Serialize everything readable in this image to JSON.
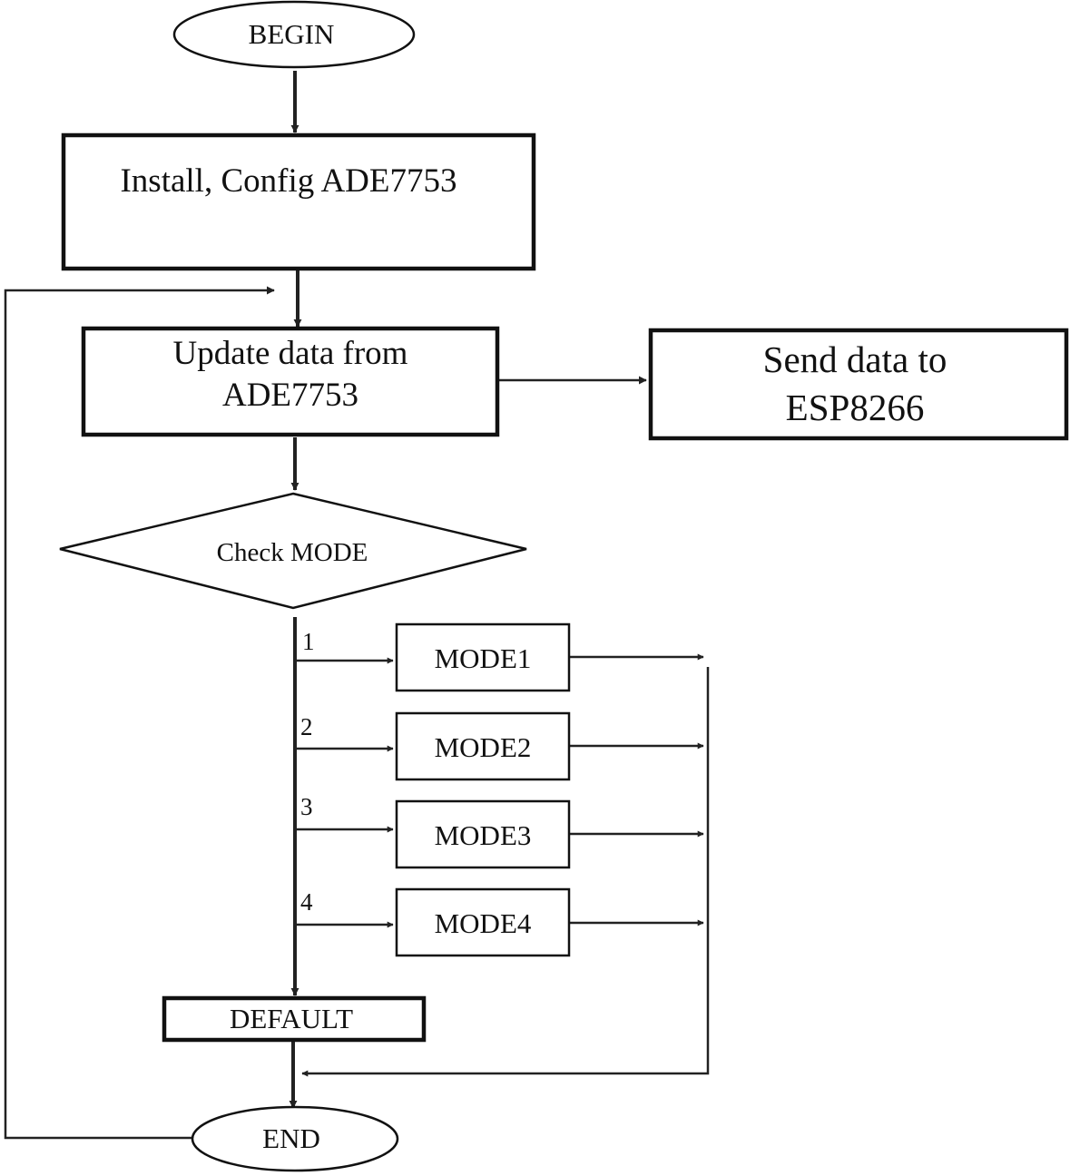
{
  "nodes": {
    "begin": "BEGIN",
    "install": "Install, Config ADE7753",
    "update_line1": "Update data from",
    "update_line2": "ADE7753",
    "send_line1": "Send data to",
    "send_line2": "ESP8266",
    "check": "Check MODE",
    "mode1": "MODE1",
    "mode2": "MODE2",
    "mode3": "MODE3",
    "mode4": "MODE4",
    "default": "DEFAULT",
    "end": "END"
  },
  "branches": {
    "b1": "1",
    "b2": "2",
    "b3": "3",
    "b4": "4"
  }
}
